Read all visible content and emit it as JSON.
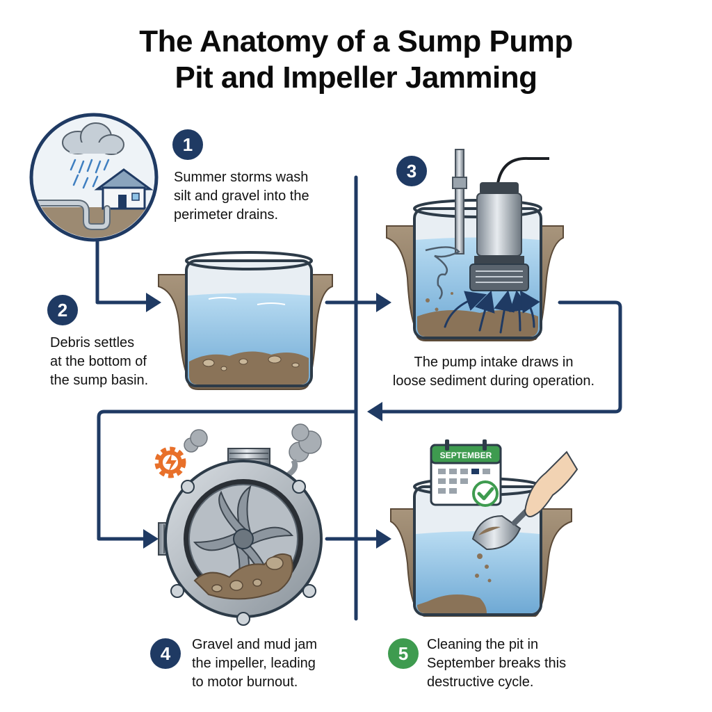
{
  "title": {
    "line1": "The Anatomy of a Sump Pump",
    "line2": "Pit and Impeller Jamming"
  },
  "steps": [
    {
      "number": "1",
      "lines": [
        "Summer storms wash",
        "silt and gravel into the",
        "perimeter drains."
      ]
    },
    {
      "number": "2",
      "lines": [
        "Debris settles",
        "at the bottom of",
        "the sump basin."
      ]
    },
    {
      "number": "3",
      "lines": [
        "The pump intake draws in",
        "loose sediment during operation."
      ]
    },
    {
      "number": "4",
      "lines": [
        "Gravel and mud jam",
        "the impeller, leading",
        "to motor burnout."
      ]
    },
    {
      "number": "5",
      "lines": [
        "Cleaning the pit in",
        "September breaks this",
        "destructive cycle."
      ]
    }
  ],
  "calendar": {
    "month": "SEPTEMBER"
  },
  "colors": {
    "navy": "#1f3a63",
    "green": "#3e9b4f",
    "water": "#8fc3e6",
    "sediment": "#8a7358",
    "orange_gear": "#e8702a"
  },
  "icons": [
    "rain-cloud-icon",
    "house-icon",
    "drain-pipe-icon",
    "gear-warning-icon",
    "smoke-icon",
    "calendar-icon",
    "checkmark-icon",
    "hand-scoop-icon"
  ]
}
